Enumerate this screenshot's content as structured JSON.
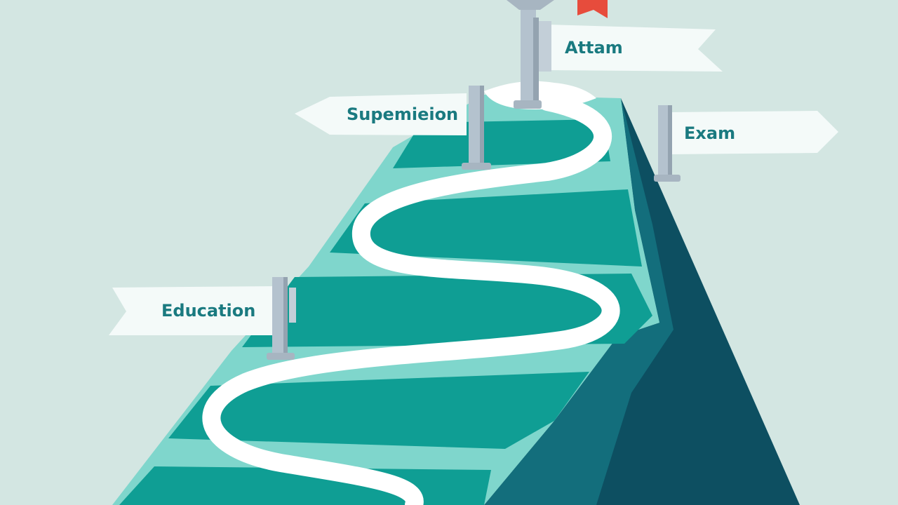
{
  "colors": {
    "background": "#d3e6e2",
    "plateau_light": "#7fd6cc",
    "plateau_dark": "#0f9e94",
    "cliff_mid": "#136e7c",
    "cliff_dark": "#0d4f61",
    "trail": "#ffffff",
    "sign_board": "#f4faf9",
    "sign_text": "#1a7a80",
    "post": "#b4c2ce",
    "flag": "#e74c3c"
  },
  "signs": {
    "top": "Attam",
    "upper_left": "Supemieion",
    "upper_right": "Exam",
    "lower_left": "Education"
  }
}
